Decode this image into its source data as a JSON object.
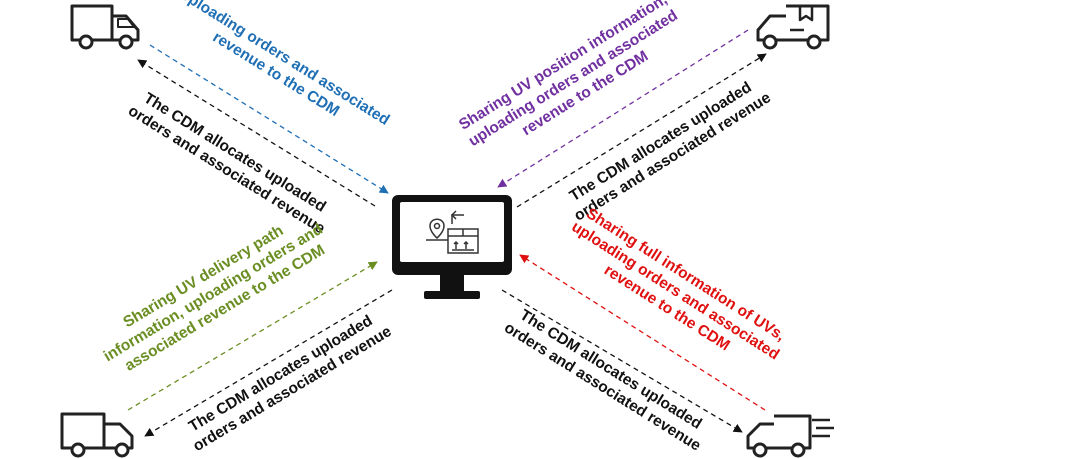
{
  "colors": {
    "upload_top_left": "#1f6fb5",
    "upload_top_right": "#7030a0",
    "upload_bottom_left": "#6b8e23",
    "upload_bottom_right": "#e01010",
    "allocate": "#111111"
  },
  "icons": {
    "center": "computer-monitor-icon",
    "top_left": "delivery-van-icon",
    "top_right": "parcel-van-icon",
    "bottom_left": "delivery-truck-icon",
    "bottom_right": "fast-delivery-truck-icon"
  },
  "labels": {
    "top_left_upload": [
      "Uploading orders and associated",
      "revenue to the CDM"
    ],
    "top_left_allocate": [
      "The  CDM  allocates  uploaded",
      "orders and associated revenue"
    ],
    "top_right_upload": [
      "Sharing UV position information,",
      "uploading orders and associated",
      "revenue to the CDM"
    ],
    "top_right_allocate": [
      "The  CDM  allocates  uploaded",
      "orders and associated revenue"
    ],
    "bottom_left_upload": [
      "Sharing UV delivery path",
      "information, uploading orders and",
      "associated revenue to the CDM"
    ],
    "bottom_left_allocate": [
      "The  CDM  allocates  uploaded",
      "orders and associated revenue"
    ],
    "bottom_right_upload": [
      "Sharing  full  information  of  UVs,",
      "uploading  orders  and  associated",
      "revenue to the CDM"
    ],
    "bottom_right_allocate": [
      "The  CDM  allocates  uploaded",
      "orders and associated revenue"
    ]
  }
}
